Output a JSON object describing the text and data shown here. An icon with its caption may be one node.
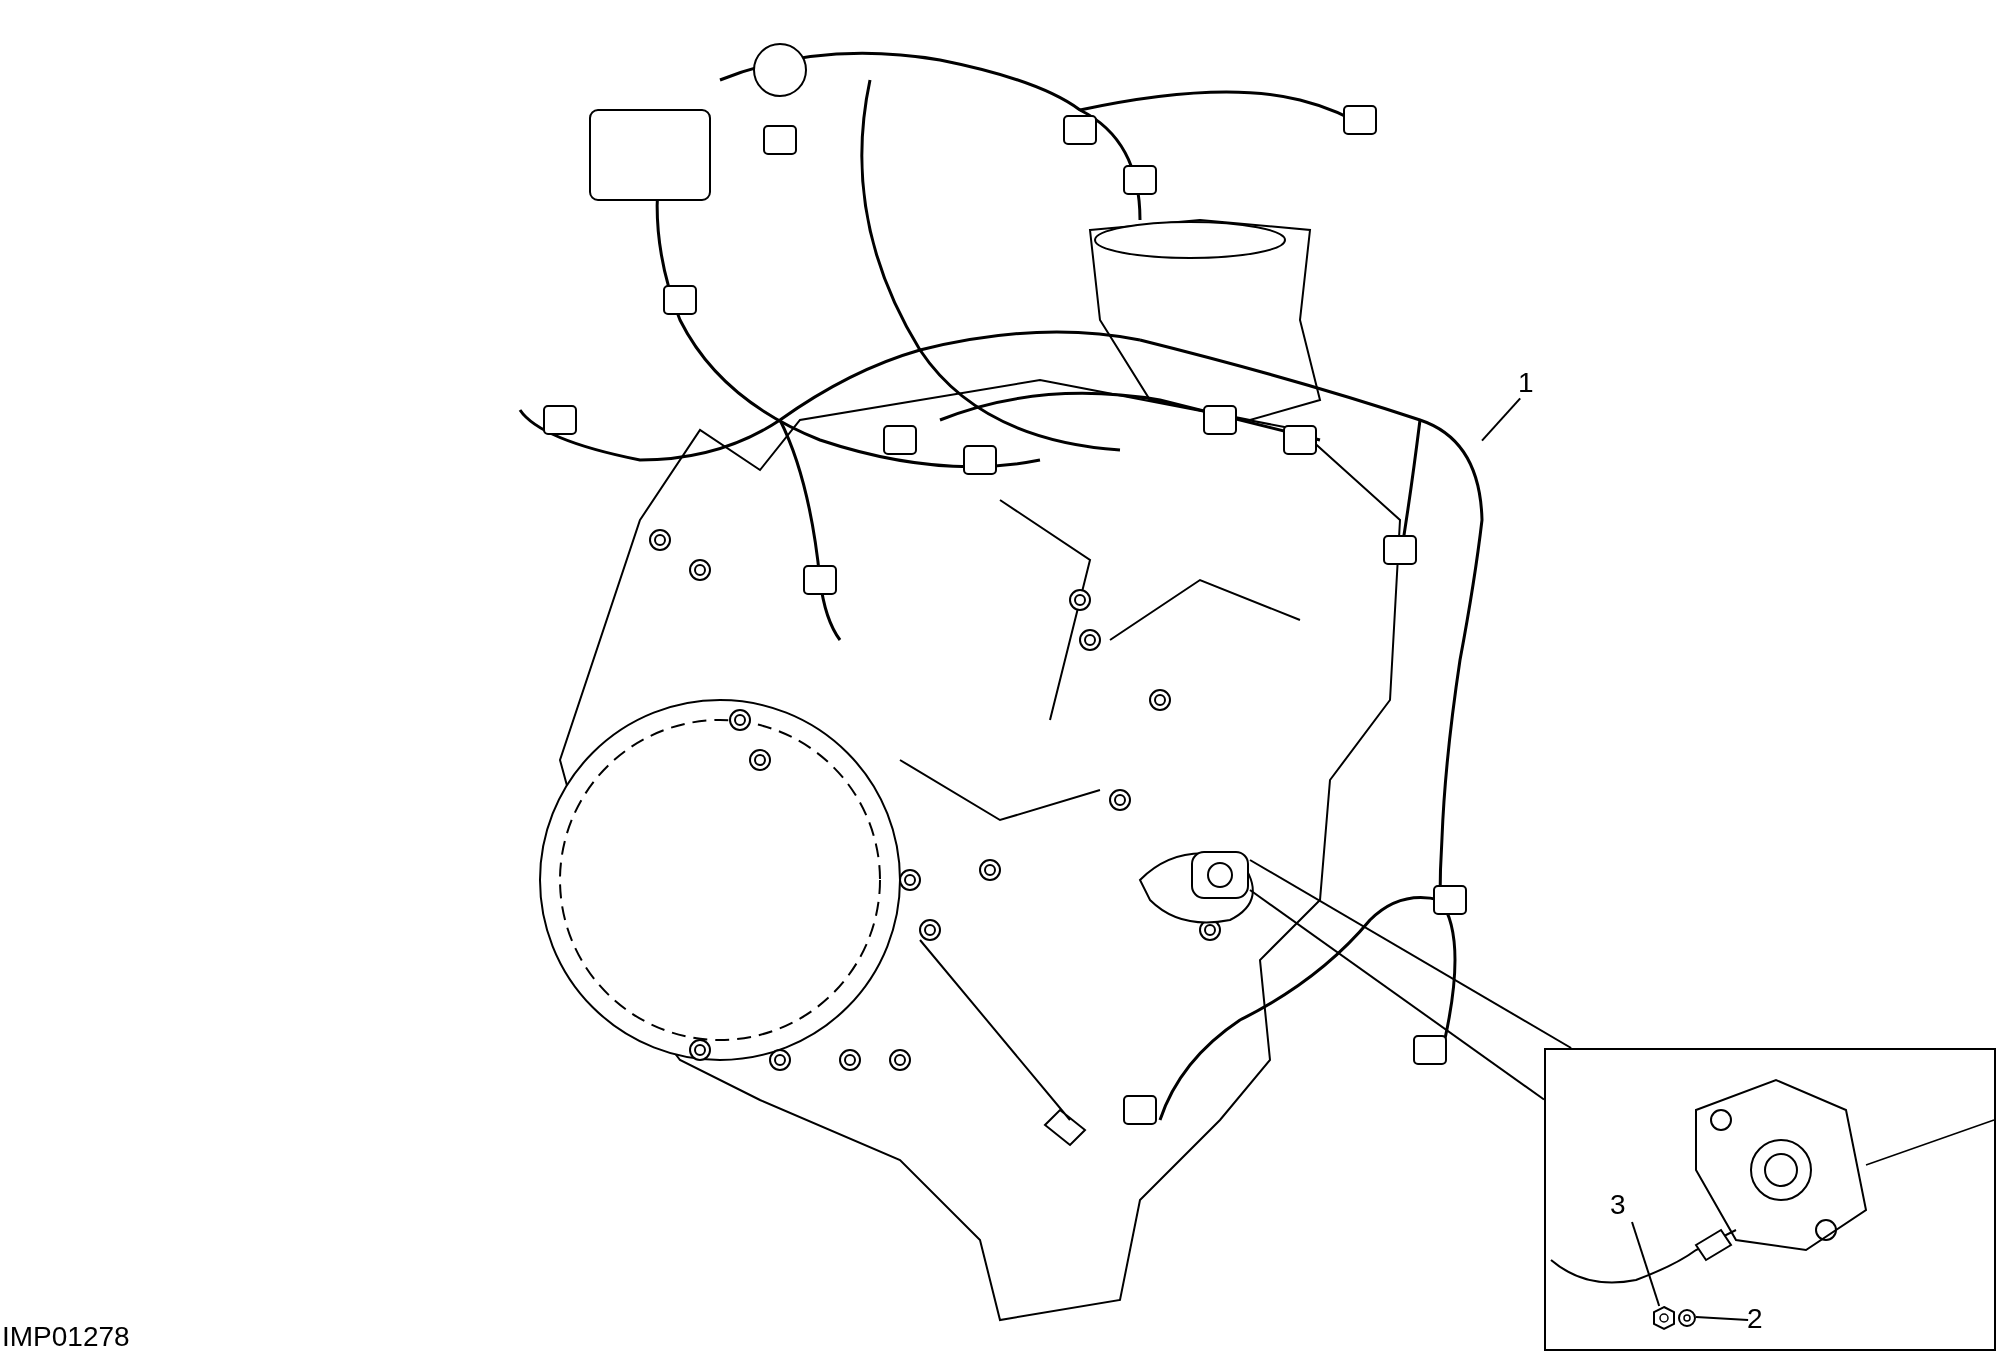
{
  "diagram": {
    "nodes": [
      {
        "text": [
          "1"
        ]
      },
      {
        "text": [],
        "shape": "picture"
      },
      {
        "text": [],
        "shape": "box"
      },
      {
        "text": [
          "3"
        ],
        "in": 2
      },
      {
        "text": [],
        "shape": "picture",
        "in": 2
      },
      {
        "text": [
          "2"
        ],
        "in": 2
      },
      {
        "text": [],
        "shape": "picture",
        "in": 2
      },
      {
        "text": [],
        "shape": "picture"
      }
    ],
    "edges": [
      {
        "from": 0,
        "to": 1,
        "arrow": "none"
      },
      {
        "from": 3,
        "to": 4,
        "arrow": "none"
      },
      {
        "from": 5,
        "to": 6,
        "arrow": "none"
      },
      {
        "from": 7,
        "to": 2,
        "arrow": "none"
      },
      {
        "from": 7,
        "to": 2,
        "arrow": "none"
      }
    ],
    "labels": [
      "IMP01278"
    ]
  }
}
